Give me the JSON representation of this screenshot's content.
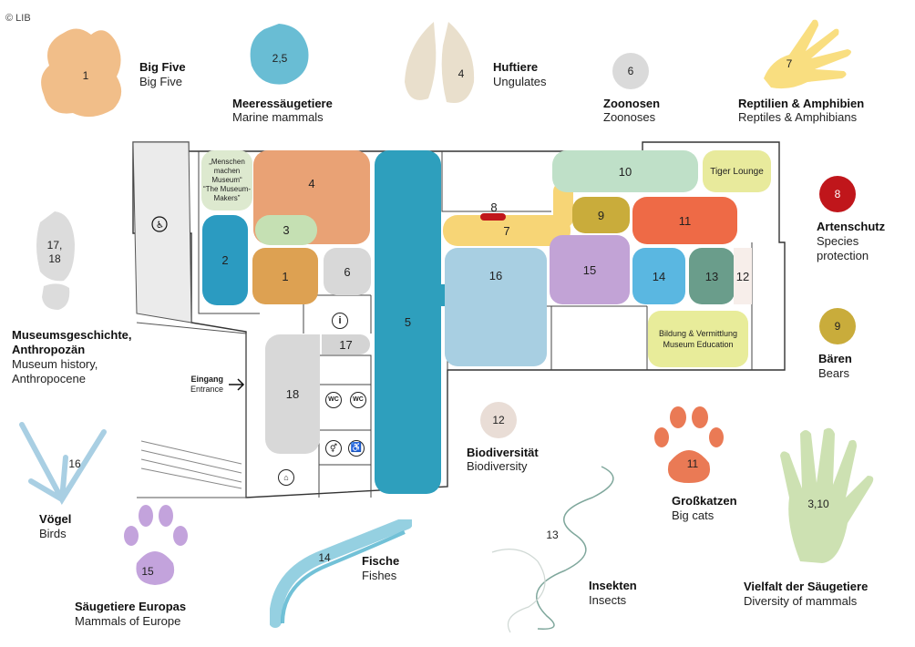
{
  "copyright": "© LIB",
  "legend": [
    {
      "id": "big-five",
      "num": "1",
      "de": "Big Five",
      "en": "Big Five",
      "color": "#efb77c"
    },
    {
      "id": "marine",
      "num": "2,5",
      "de": "Meeressäugetiere",
      "en": "Marine mammals",
      "color": "#4fb1cd"
    },
    {
      "id": "ungulates",
      "num": "4",
      "de": "Huftiere",
      "en": "Ungulates",
      "color": "#e9dfcc"
    },
    {
      "id": "zoonoses",
      "num": "6",
      "de": "Zoonosen",
      "en": "Zoonoses",
      "color": "#dadada"
    },
    {
      "id": "reptiles",
      "num": "7",
      "de": "Reptilien & Amphibien",
      "en": "Reptiles & Amphibians",
      "color": "#f8da72"
    },
    {
      "id": "species-protection",
      "num": "8",
      "de": "Artenschutz",
      "en": "Species protection",
      "color": "#c0161b"
    },
    {
      "id": "bears",
      "num": "9",
      "de": "Bären",
      "en": "Bears",
      "color": "#c9ac3b"
    },
    {
      "id": "museum-history",
      "num": "17, 18",
      "de": "Museumsgeschichte, Anthropozän",
      "en": "Museum history, Anthropocene",
      "color": "#d5d5d5"
    },
    {
      "id": "birds",
      "num": "16",
      "de": "Vögel",
      "en": "Birds",
      "color": "#a9cfe3"
    },
    {
      "id": "mammals-europe",
      "num": "15",
      "de": "Säugetiere Europas",
      "en": "Mammals of Europe",
      "color": "#c3a3dc"
    },
    {
      "id": "fishes",
      "num": "14",
      "de": "Fische",
      "en": "Fishes",
      "color": "#4fb1cd"
    },
    {
      "id": "biodiversity",
      "num": "12",
      "de": "Biodiversität",
      "en": "Biodiversity",
      "color": "#e9ddd6"
    },
    {
      "id": "insects",
      "num": "13",
      "de": "Insekten",
      "en": "Insects",
      "color": "#7fa79c"
    },
    {
      "id": "big-cats",
      "num": "11",
      "de": "Großkatzen",
      "en": "Big cats",
      "color": "#ea7a55"
    },
    {
      "id": "diversity-mammals",
      "num": "3,10",
      "de": "Vielfalt der Säugetiere",
      "en": "Diversity of mammals",
      "color": "#c8deaa"
    }
  ],
  "rooms": {
    "r1": "1",
    "r2": "2",
    "r3": "3",
    "r4": "4",
    "r5": "5",
    "r6": "6",
    "r7": "7",
    "r8": "8",
    "r9": "9",
    "r10": "10",
    "r11": "11",
    "r12": "12",
    "r13": "13",
    "r14": "14",
    "r15": "15",
    "r16": "16",
    "r17": "17",
    "r18": "18",
    "tiger_lounge": "Tiger Lounge",
    "education_de": "Bildung & Vermittlung",
    "education_en": "Museum Education",
    "museum_makers_de": "„Menschen machen Museum“",
    "museum_makers_en": "“The Museum-Makers”",
    "entrance_de": "Eingang",
    "entrance_en": "Entrance",
    "info": "i",
    "wc1": "WC",
    "wc2": "WC"
  }
}
